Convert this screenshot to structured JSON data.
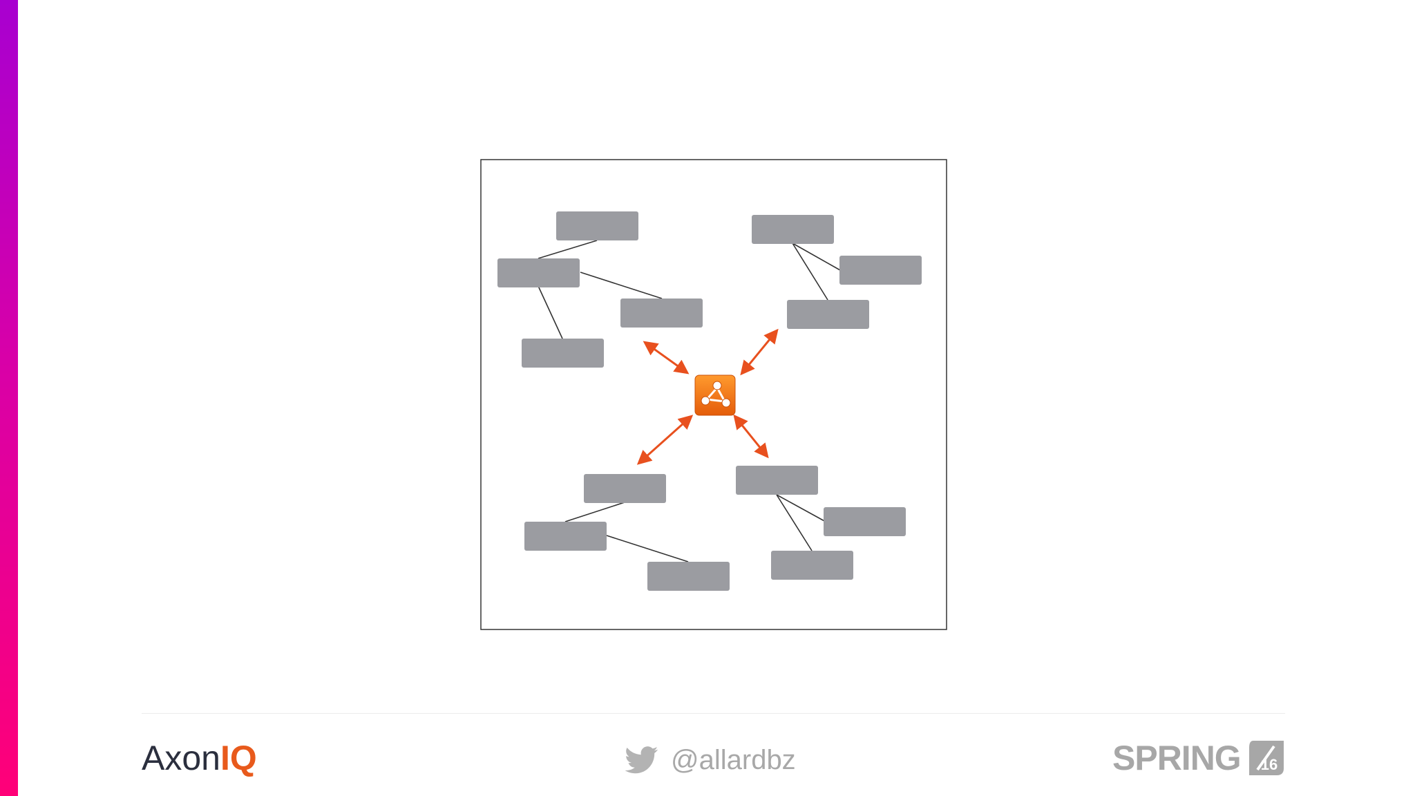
{
  "slide": {
    "accent_color_top": "#a800d0",
    "accent_color_bottom": "#ff0078"
  },
  "diagram": {
    "hub_icon": "message-bus-icon",
    "hub_color": "#f07a14",
    "arrow_color": "#e8501e",
    "node_color": "#9b9ca1",
    "clusters": [
      {
        "position": "top-left",
        "node_count": 4
      },
      {
        "position": "top-right",
        "node_count": 3
      },
      {
        "position": "bottom-left",
        "node_count": 3
      },
      {
        "position": "bottom-right",
        "node_count": 3
      }
    ]
  },
  "footer": {
    "left_logo_part1": "Axon",
    "left_logo_part2": "IQ",
    "left_logo_accent": "#e85a1c",
    "twitter_icon": "twitter-bird-icon",
    "twitter_handle": "@allardbz",
    "right_logo_word": "SPRING",
    "right_logo_badge": "16"
  }
}
